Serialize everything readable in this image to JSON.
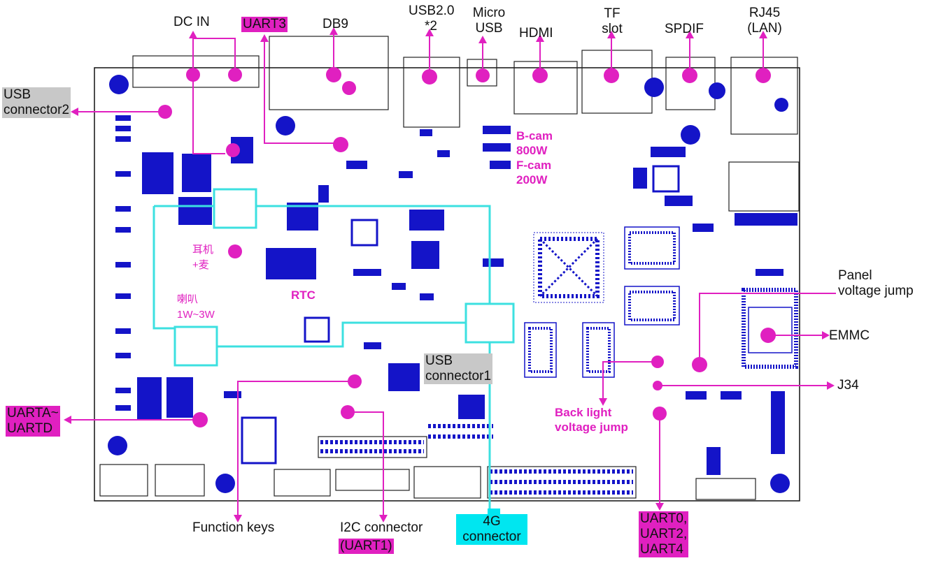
{
  "labels": {
    "dc_in": "DC IN",
    "uart3": "UART3",
    "db9": "DB9",
    "usb20": "USB2.0\n*2",
    "micro_usb": "Micro\nUSB",
    "hdmi": "HDMI",
    "tf_slot": "TF\nslot",
    "spdif": "SPDIF",
    "rj45": "RJ45\n(LAN)",
    "usb_connector2": "USB\nconnector2",
    "cam": "B-cam\n800W\nF-cam\n200W",
    "earphone": "耳机\n+麦",
    "speaker": "喇叭\n1W~3W",
    "rtc": "RTC",
    "panel_voltage": "Panel\nvoltage jump",
    "emmc": "EMMC",
    "j34": "J34",
    "usb_connector1": "USB\nconnector1",
    "back_light": "Back light\nvoltage jump",
    "uarta": "UARTA~\nUARTD",
    "function_keys": "Function keys",
    "i2c": "I2C connector",
    "uart1": "(UART1)",
    "g4": "4G\nconnector",
    "uart024": "UART0,\nUART2,\nUART4"
  },
  "colors": {
    "board_outline": "#111111",
    "component": "#1414c8",
    "marker": "#e020c0",
    "highlight_cyan": "#00e6f0",
    "highlight_gray": "#c8c8c8"
  }
}
